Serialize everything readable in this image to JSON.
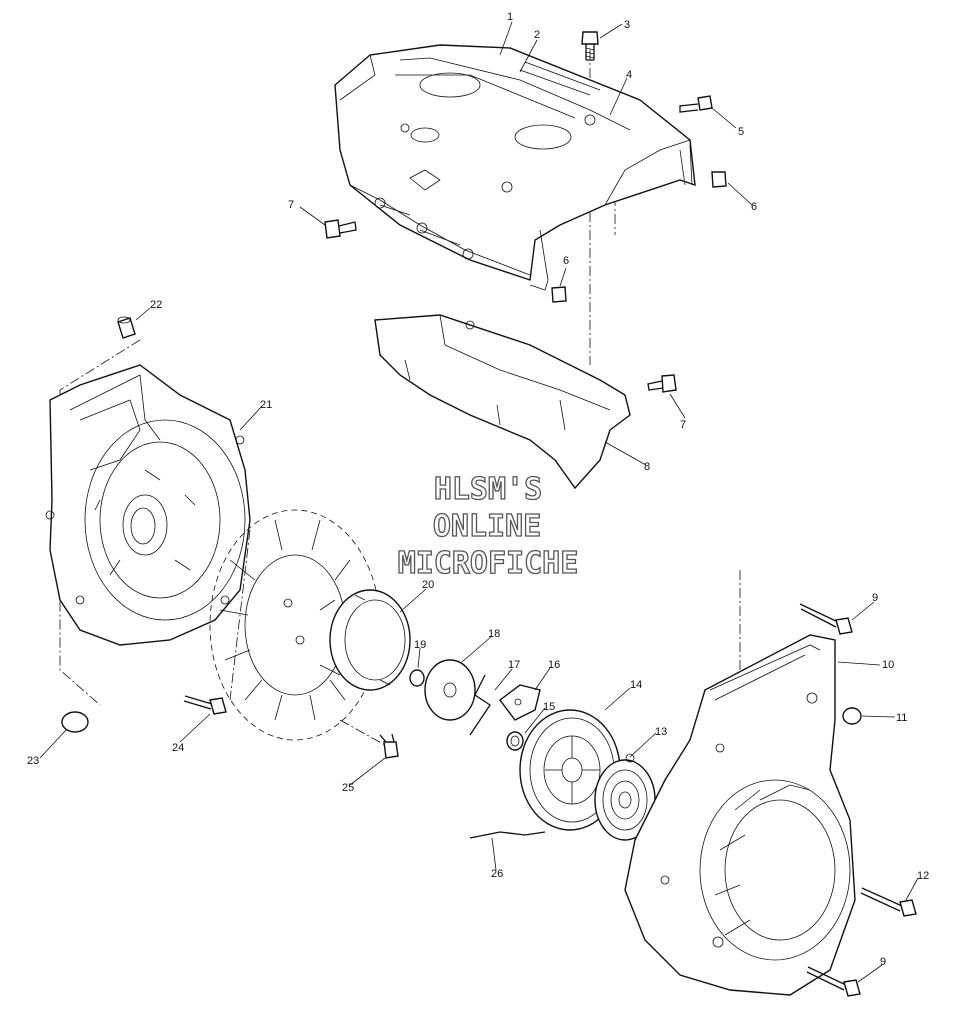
{
  "watermark": [
    "HLSM'S",
    "ONLINE",
    "MICROFICHE"
  ],
  "callouts": [
    {
      "id": "c1",
      "label": "1"
    },
    {
      "id": "c2",
      "label": "2"
    },
    {
      "id": "c3",
      "label": "3"
    },
    {
      "id": "c4",
      "label": "4"
    },
    {
      "id": "c5",
      "label": "5"
    },
    {
      "id": "c6a",
      "label": "6"
    },
    {
      "id": "c6b",
      "label": "6"
    },
    {
      "id": "c7a",
      "label": "7"
    },
    {
      "id": "c7b",
      "label": "7"
    },
    {
      "id": "c8",
      "label": "8"
    },
    {
      "id": "c9a",
      "label": "9"
    },
    {
      "id": "c9b",
      "label": "9"
    },
    {
      "id": "c10",
      "label": "10"
    },
    {
      "id": "c11",
      "label": "11"
    },
    {
      "id": "c12",
      "label": "12"
    },
    {
      "id": "c13",
      "label": "13"
    },
    {
      "id": "c14",
      "label": "14"
    },
    {
      "id": "c15",
      "label": "15"
    },
    {
      "id": "c16",
      "label": "16"
    },
    {
      "id": "c17",
      "label": "17"
    },
    {
      "id": "c18",
      "label": "18"
    },
    {
      "id": "c19",
      "label": "19"
    },
    {
      "id": "c20",
      "label": "20"
    },
    {
      "id": "c21",
      "label": "21"
    },
    {
      "id": "c22",
      "label": "22"
    },
    {
      "id": "c23",
      "label": "23"
    },
    {
      "id": "c24",
      "label": "24"
    },
    {
      "id": "c25",
      "label": "25"
    },
    {
      "id": "c26",
      "label": "26"
    }
  ]
}
